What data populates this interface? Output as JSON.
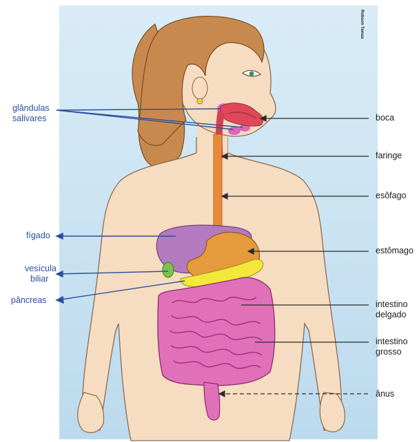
{
  "credit": "Robson Tamas",
  "labels_left": {
    "salivary": [
      "glândulas",
      "salivares"
    ],
    "liver": "fígado",
    "gallbladder": [
      "vesícula",
      "biliar"
    ],
    "pancreas": "pâncreas"
  },
  "labels_right": {
    "mouth": "boca",
    "pharynx": "faringe",
    "esophagus": "esôfago",
    "stomach": "estômago",
    "small_intestine": [
      "intestino",
      "delgado"
    ],
    "large_intestine": [
      "intestino",
      "grosso"
    ],
    "anus": "ânus"
  },
  "colors": {
    "sky_top": "#cfe6f3",
    "sky_bottom": "#b8d8ee",
    "skin": "#f6dcc0",
    "hair": "#c8894e",
    "liver": "#b47ac0",
    "stomach": "#e59a3c",
    "intestine": "#e071b8",
    "pancreas": "#f3e83a",
    "esophagus": "#e98a39",
    "left_label": "#2a4f9c"
  }
}
